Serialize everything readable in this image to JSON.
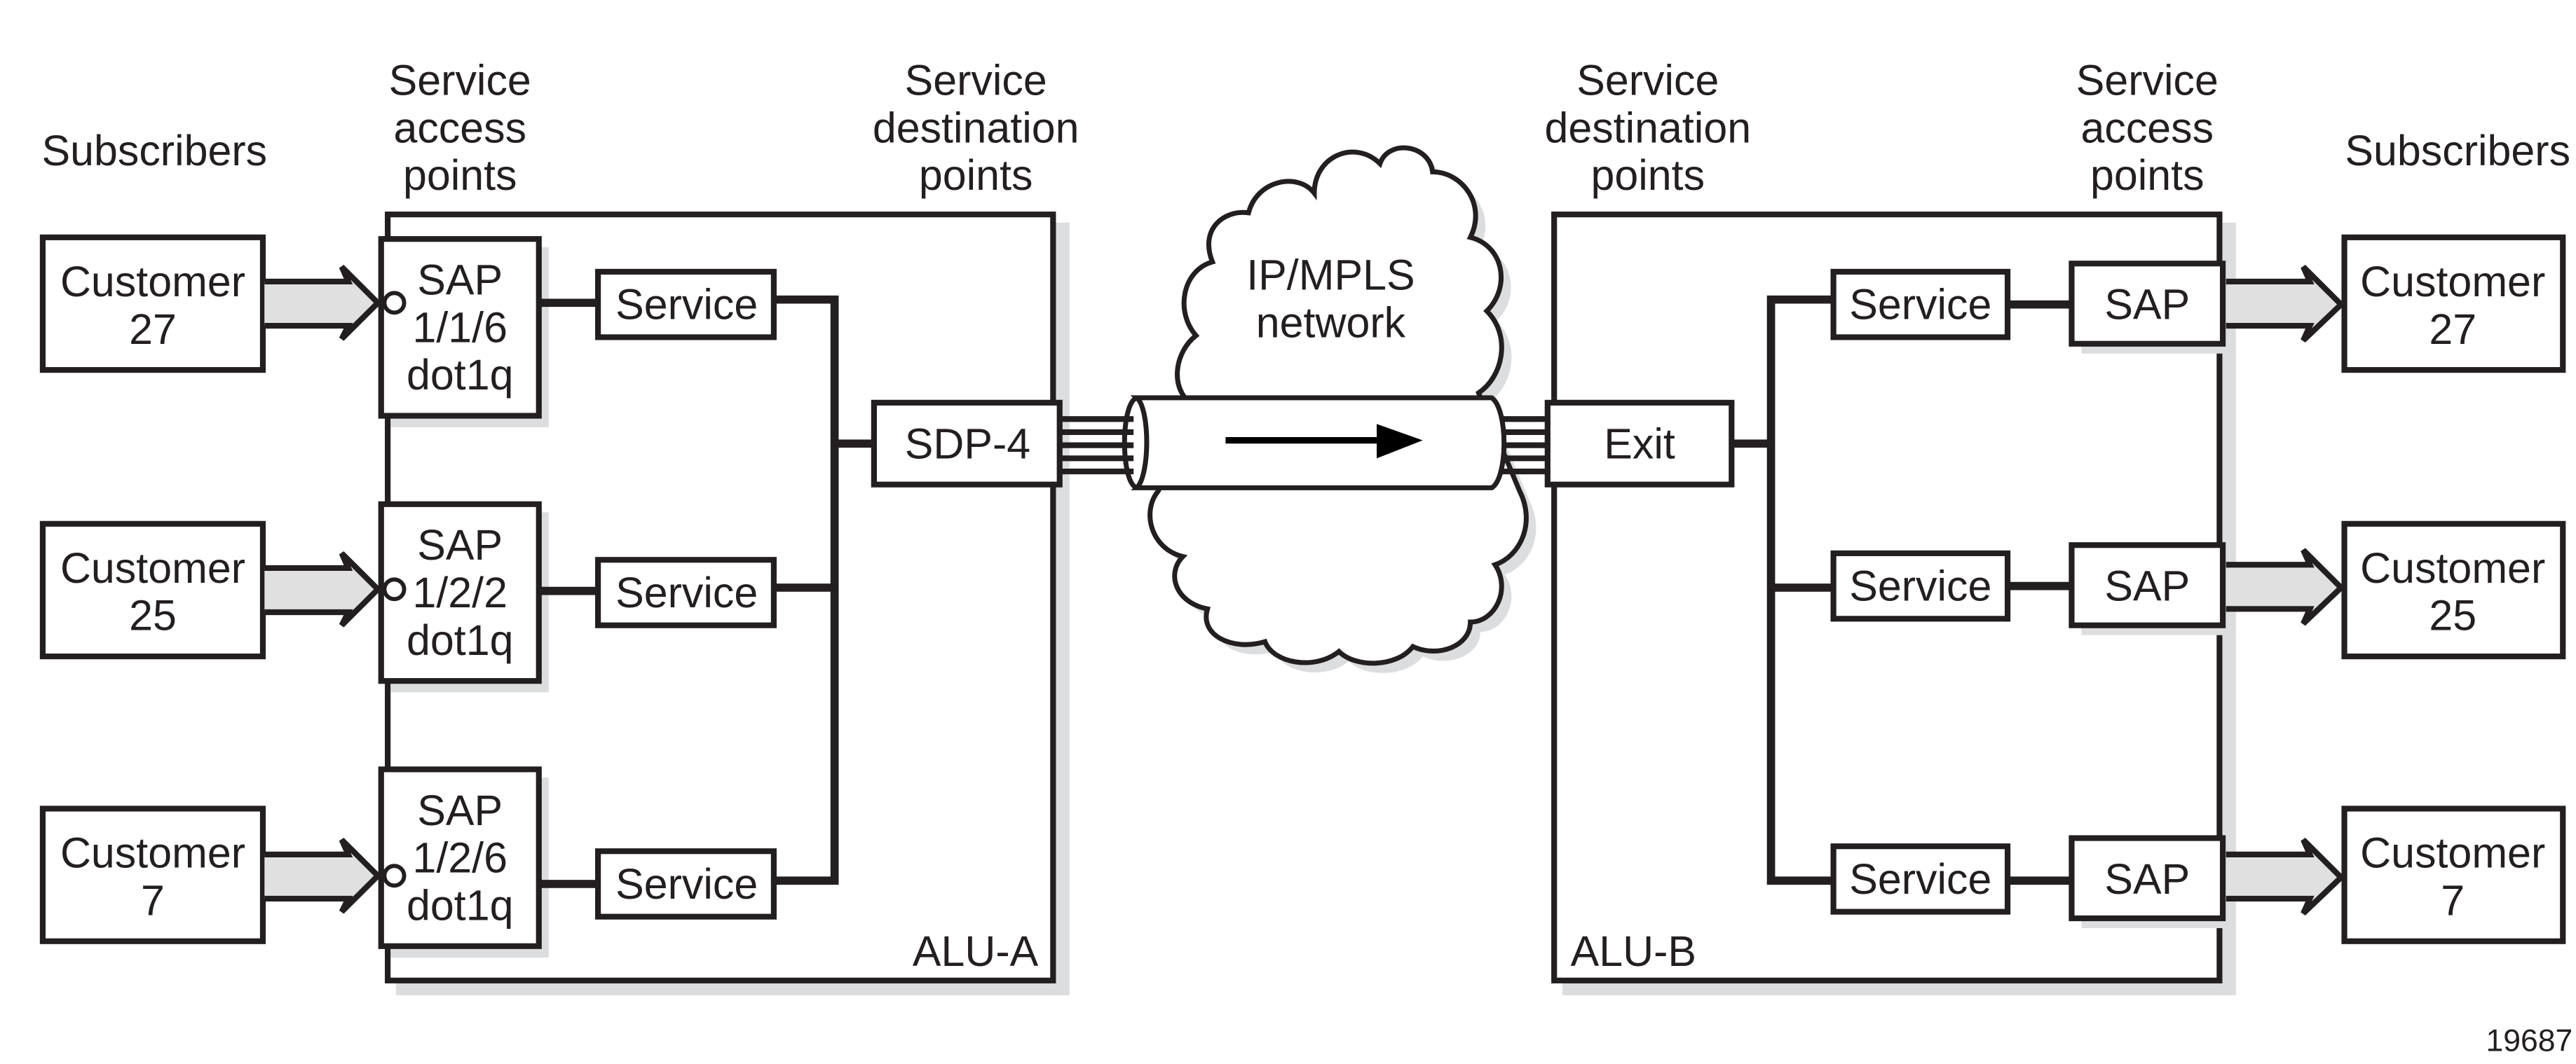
{
  "figure_id": "19687",
  "headers": {
    "left_subscribers": "Subscribers",
    "left_sap": [
      "Service",
      "access",
      "points"
    ],
    "left_sdp": [
      "Service",
      "destination",
      "points"
    ],
    "right_sdp": [
      "Service",
      "destination",
      "points"
    ],
    "right_sap": [
      "Service",
      "access",
      "points"
    ],
    "right_subscribers": "Subscribers"
  },
  "network": {
    "label": [
      "IP/MPLS",
      "network"
    ]
  },
  "left_router": {
    "name": "ALU-A",
    "sdp_label": "SDP-4",
    "customers": [
      {
        "line1": "Customer",
        "line2": "27"
      },
      {
        "line1": "Customer",
        "line2": "25"
      },
      {
        "line1": "Customer",
        "line2": "7"
      }
    ],
    "saps": [
      {
        "lines": [
          "SAP",
          "1/1/6",
          "dot1q"
        ]
      },
      {
        "lines": [
          "SAP",
          "1/2/2",
          "dot1q"
        ]
      },
      {
        "lines": [
          "SAP",
          "1/2/6",
          "dot1q"
        ]
      }
    ],
    "services": [
      "Service",
      "Service",
      "Service"
    ]
  },
  "right_router": {
    "name": "ALU-B",
    "exit_label": "Exit",
    "services": [
      "Service",
      "Service",
      "Service"
    ],
    "saps": [
      "SAP",
      "SAP",
      "SAP"
    ],
    "customers": [
      {
        "line1": "Customer",
        "line2": "27"
      },
      {
        "line1": "Customer",
        "line2": "25"
      },
      {
        "line1": "Customer",
        "line2": "7"
      }
    ]
  }
}
